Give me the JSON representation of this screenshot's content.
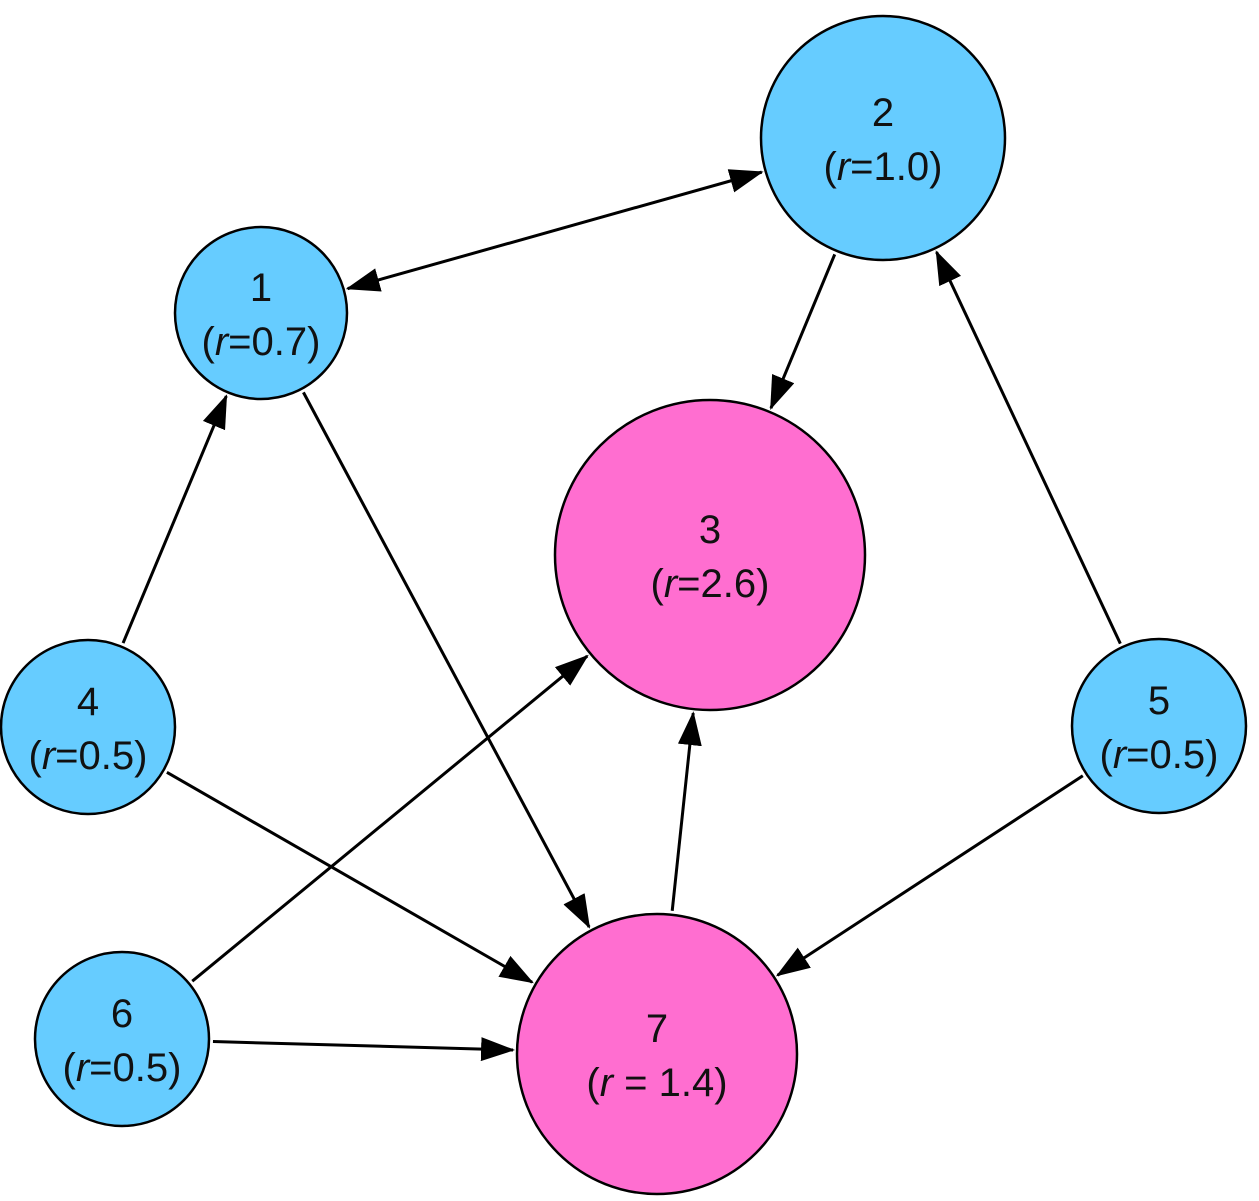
{
  "colors": {
    "blue_node": "#66CCFF",
    "pink_node": "#FF6ED0",
    "stroke": "#000000"
  },
  "nodes": [
    {
      "id": "1",
      "label": "1",
      "open": "(",
      "var": "r",
      "rest": "=0.7)",
      "color": "blue"
    },
    {
      "id": "2",
      "label": "2",
      "open": "(",
      "var": "r",
      "rest": "=1.0)",
      "color": "blue"
    },
    {
      "id": "3",
      "label": "3",
      "open": "(",
      "var": "r",
      "rest": "=2.6)",
      "color": "pink"
    },
    {
      "id": "4",
      "label": "4",
      "open": "(",
      "var": "r",
      "rest": "=0.5)",
      "color": "blue"
    },
    {
      "id": "5",
      "label": "5",
      "open": "(",
      "var": "r",
      "rest": "=0.5)",
      "color": "blue"
    },
    {
      "id": "6",
      "label": "6",
      "open": "(",
      "var": "r",
      "rest": "=0.5)",
      "color": "blue"
    },
    {
      "id": "7",
      "label": "7",
      "open": "(",
      "var": "r",
      "rest": " = 1.4)",
      "color": "pink"
    }
  ],
  "edges": [
    {
      "from": "1",
      "to": "2",
      "bidirectional": true
    },
    {
      "from": "2",
      "to": "3",
      "bidirectional": false
    },
    {
      "from": "4",
      "to": "1",
      "bidirectional": false
    },
    {
      "from": "1",
      "to": "7",
      "bidirectional": false
    },
    {
      "from": "5",
      "to": "2",
      "bidirectional": false
    },
    {
      "from": "6",
      "to": "3",
      "bidirectional": false
    },
    {
      "from": "4",
      "to": "7",
      "bidirectional": false
    },
    {
      "from": "6",
      "to": "7",
      "bidirectional": false
    },
    {
      "from": "7",
      "to": "3",
      "bidirectional": false
    },
    {
      "from": "5",
      "to": "7",
      "bidirectional": false
    }
  ]
}
